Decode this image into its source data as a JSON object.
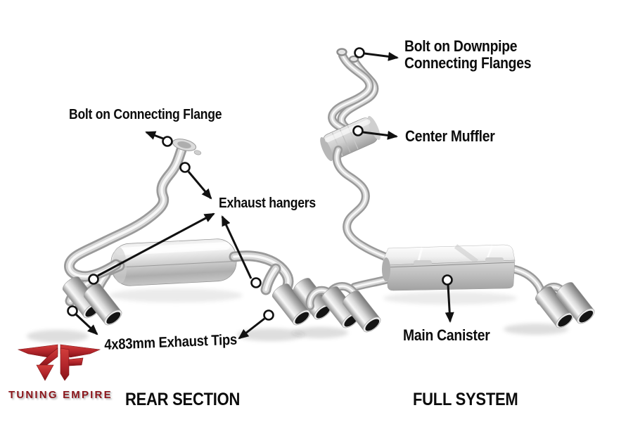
{
  "diagram": {
    "annotations": {
      "connecting_flange": "Bolt on Connecting Flange",
      "downpipe_flanges": {
        "line1": "Bolt on Downpipe",
        "line2": "Connecting Flanges"
      },
      "center_muffler": "Center Muffler",
      "exhaust_hangers": "Exhaust hangers",
      "exhaust_tips": "4x83mm Exhaust Tips",
      "main_canister": "Main Canister"
    },
    "captions": {
      "rear_section": "REAR SECTION",
      "full_system": "FULL SYSTEM"
    },
    "logo": {
      "brand": "TUNING EMPIRE"
    },
    "colors": {
      "background": "#ffffff",
      "annotation_text": "#0c0c0c",
      "callout_line": "#111111",
      "logo_red": "#b2252b",
      "logo_text_red": "#8b161b",
      "chrome_light": "#f5f5f5",
      "chrome_mid": "#c9c9c9",
      "chrome_dark": "#8f8f8f",
      "tip_opening": "#141414"
    }
  }
}
